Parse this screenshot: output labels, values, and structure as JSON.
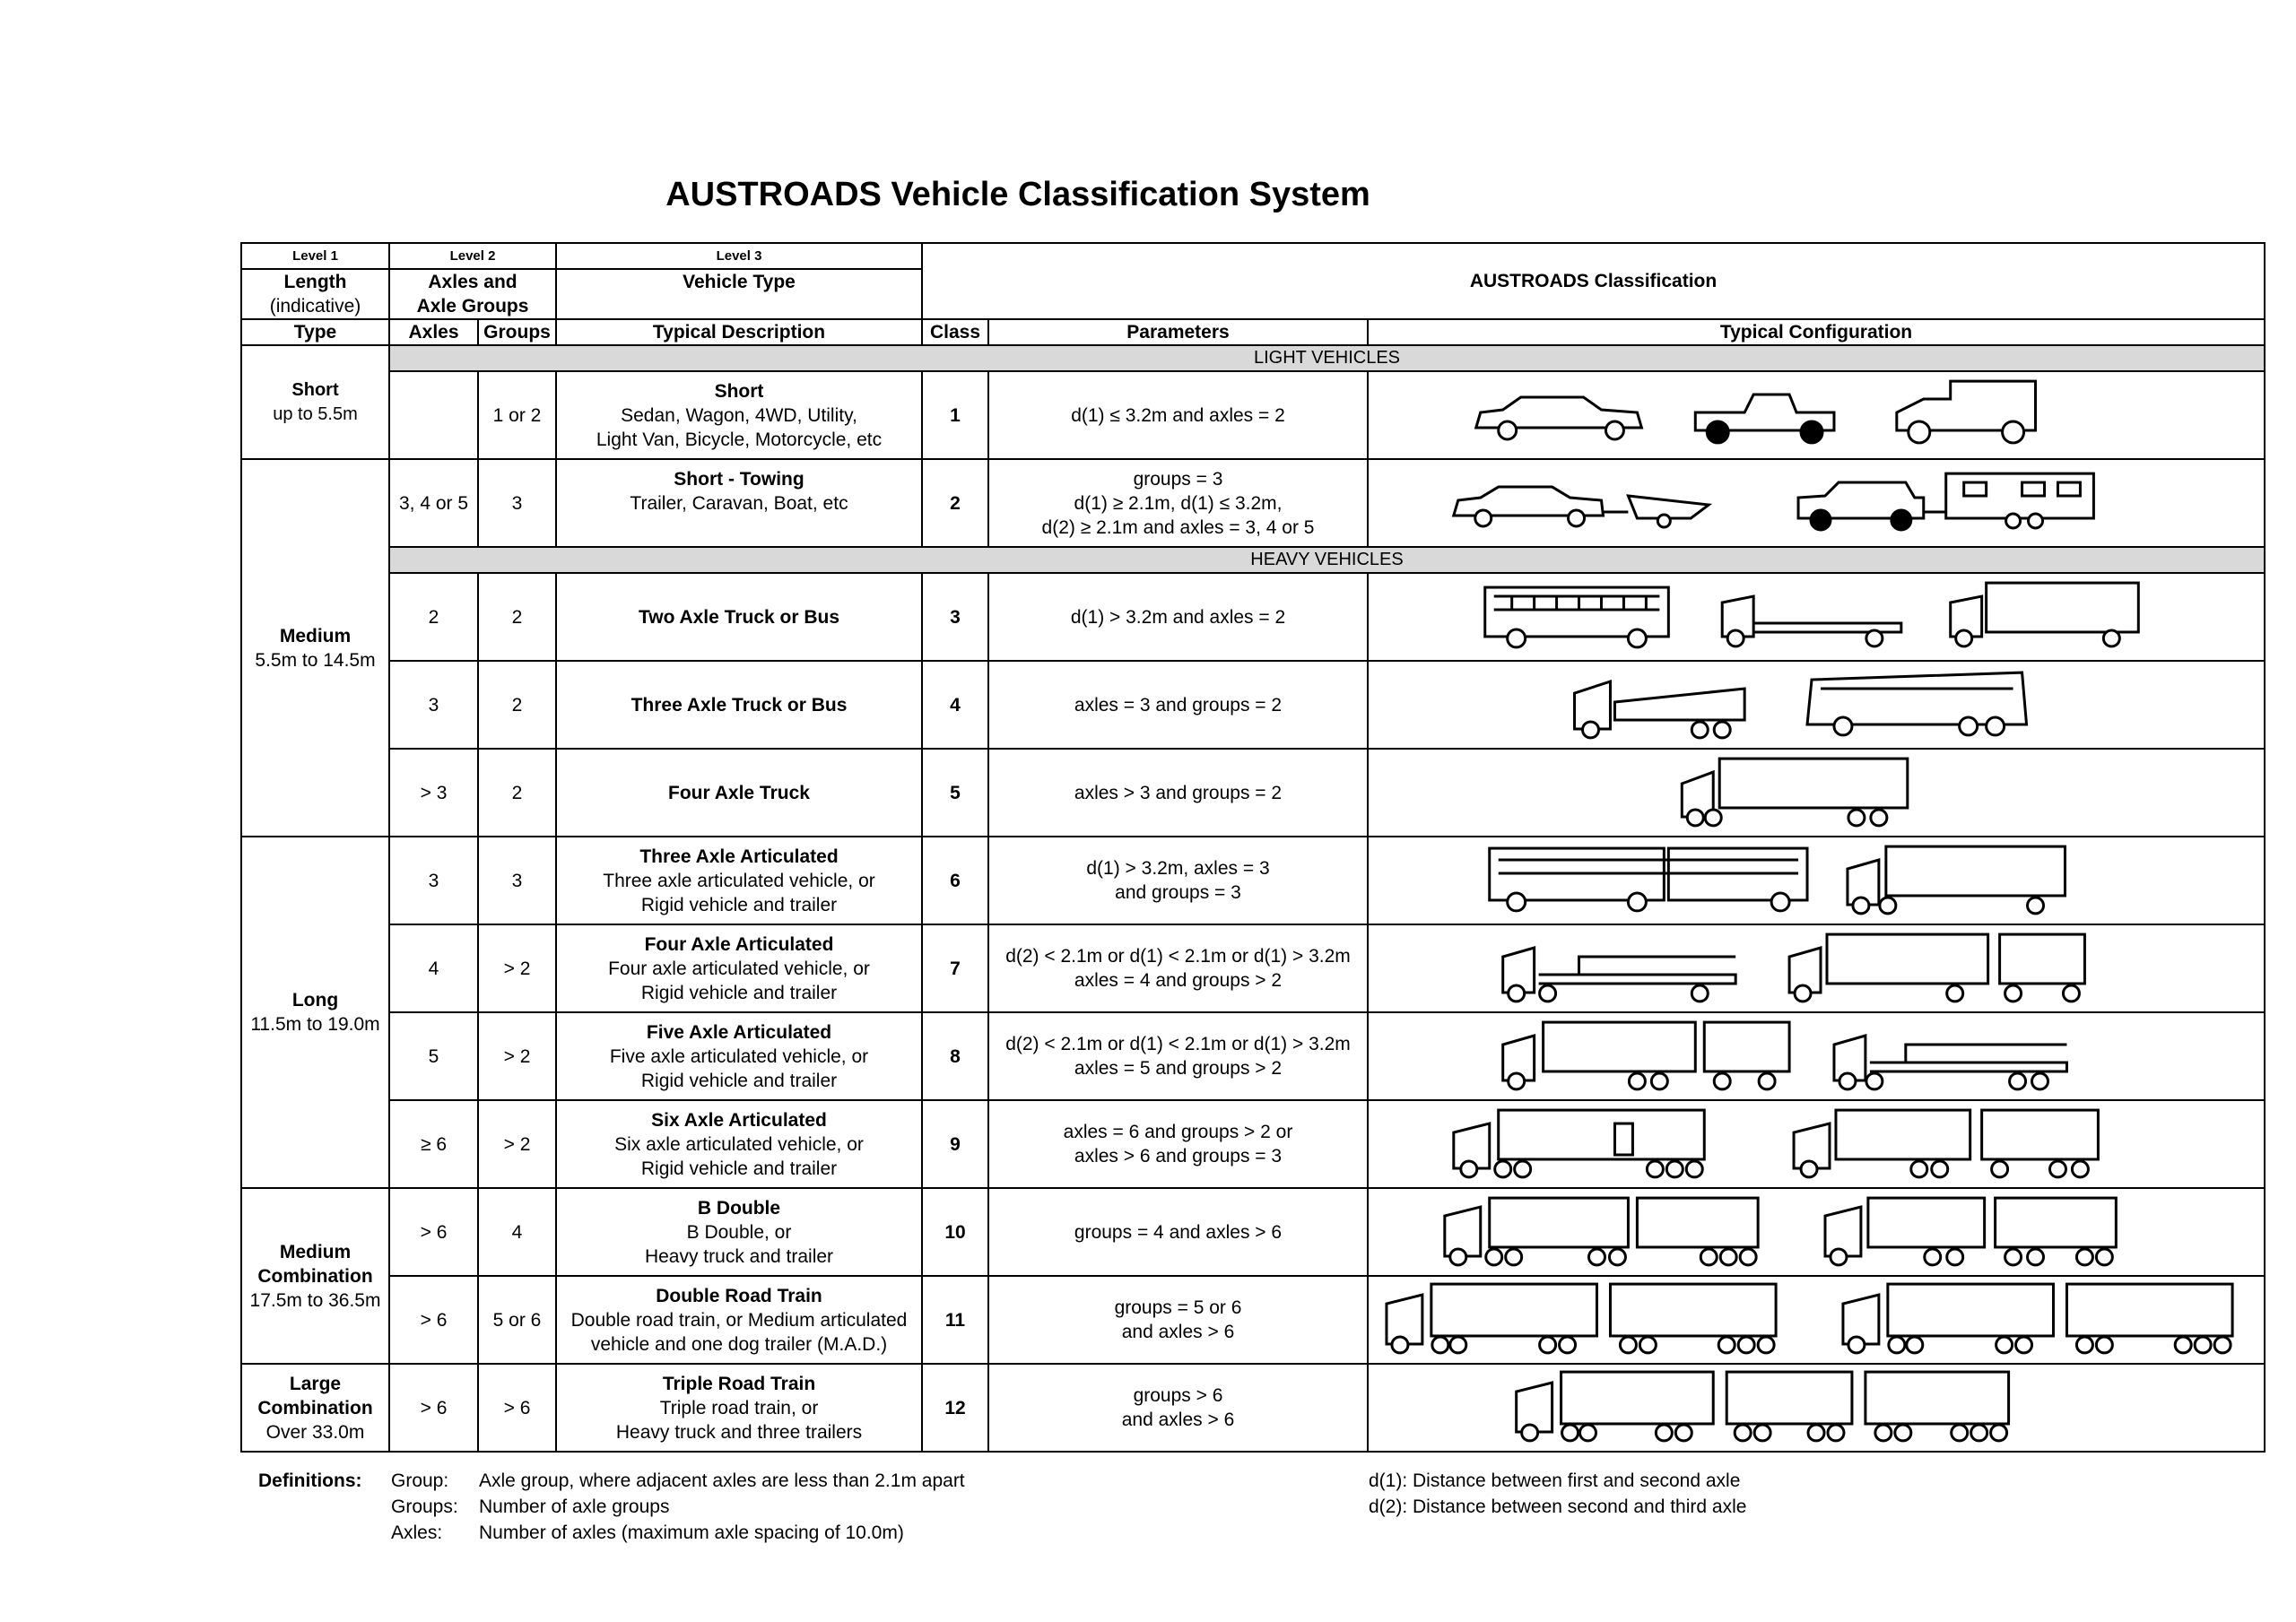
{
  "title": "AUSTROADS Vehicle Classification System",
  "header": {
    "level1": "Level 1",
    "level2": "Level 2",
    "level3": "Level 3",
    "length": "Length",
    "indicative": "(indicative)",
    "axles_and": "Axles and",
    "axle_groups": "Axle Groups",
    "vehicle_type": "Vehicle Type",
    "austroads_classification": "AUSTROADS Classification",
    "type": "Type",
    "axles": "Axles",
    "groups": "Groups",
    "typical_description": "Typical Description",
    "class": "Class",
    "parameters": "Parameters",
    "typical_configuration": "Typical Configuration"
  },
  "bands": {
    "light": "LIGHT VEHICLES",
    "heavy": "HEAVY VEHICLES"
  },
  "types": {
    "short": {
      "name": "Short",
      "range": "up to 5.5m"
    },
    "medium": {
      "name": "Medium",
      "range": "5.5m to 14.5m"
    },
    "long": {
      "name": "Long",
      "range": "11.5m to 19.0m"
    },
    "medium_combination": {
      "name1": "Medium",
      "name2": "Combination",
      "range": "17.5m to 36.5m"
    },
    "large_combination": {
      "name1": "Large",
      "name2": "Combination",
      "range": "Over 33.0m"
    }
  },
  "rows": [
    {
      "axles": "",
      "groups": "1 or 2",
      "title": "Short",
      "desc1": "Sedan, Wagon, 4WD, Utility,",
      "desc2": "Light Van, Bicycle, Motorcycle, etc",
      "class": "1",
      "param1": "d(1) ≤ 3.2m and axles = 2",
      "param2": "",
      "param3": "",
      "vehicles": [
        "sedan",
        "utility",
        "light-van"
      ]
    },
    {
      "axles": "3, 4 or 5",
      "groups": "3",
      "title": "Short - Towing",
      "desc1": "Trailer, Caravan, Boat, etc",
      "desc2": "",
      "class": "2",
      "param1": "groups = 3",
      "param2": "d(1) ≥ 2.1m, d(1) ≤ 3.2m,",
      "param3": "d(2) ≥ 2.1m and axles = 3, 4 or 5",
      "vehicles": [
        "sedan-with-boat",
        "4wd-with-caravan"
      ]
    },
    {
      "axles": "2",
      "groups": "2",
      "title": "Two Axle Truck or Bus",
      "class": "3",
      "param1": "d(1) > 3.2m and axles = 2",
      "vehicles": [
        "bus",
        "flatbed-truck",
        "box-truck"
      ]
    },
    {
      "axles": "3",
      "groups": "2",
      "title": "Three Axle Truck or Bus",
      "class": "4",
      "param1": "axles = 3 and groups = 2",
      "vehicles": [
        "tipper-truck",
        "coach"
      ]
    },
    {
      "axles": "> 3",
      "groups": "2",
      "title": "Four Axle Truck",
      "class": "5",
      "param1": "axles > 3 and groups = 2",
      "vehicles": [
        "four-axle-truck"
      ]
    },
    {
      "axles": "3",
      "groups": "3",
      "title": "Three Axle Articulated",
      "desc1": "Three axle articulated vehicle, or",
      "desc2": "Rigid vehicle and trailer",
      "class": "6",
      "param1": "d(1) > 3.2m, axles = 3",
      "param2": "and groups = 3",
      "vehicles": [
        "articulated-bus",
        "semi-trailer"
      ]
    },
    {
      "axles": "4",
      "groups": "> 2",
      "title": "Four Axle Articulated",
      "desc1": "Four axle articulated vehicle, or",
      "desc2": "Rigid vehicle and trailer",
      "class": "7",
      "param1": "d(2) < 2.1m or d(1) < 2.1m or d(1) > 3.2m",
      "param2": "axles = 4 and groups > 2",
      "vehicles": [
        "semi-trailer",
        "truck-and-trailer"
      ]
    },
    {
      "axles": "5",
      "groups": "> 2",
      "title": "Five Axle Articulated",
      "desc1": "Five axle articulated vehicle, or",
      "desc2": "Rigid vehicle and trailer",
      "class": "8",
      "param1": "d(2) < 2.1m or d(1) < 2.1m or d(1) > 3.2m",
      "param2": "axles = 5 and groups > 2",
      "vehicles": [
        "truck-and-trailer",
        "semi-trailer"
      ]
    },
    {
      "axles": "≥ 6",
      "groups": "> 2",
      "title": "Six Axle Articulated",
      "desc1": "Six axle articulated vehicle, or",
      "desc2": "Rigid vehicle and trailer",
      "class": "9",
      "param1": "axles = 6 and groups > 2 or",
      "param2": "axles > 6 and groups = 3",
      "vehicles": [
        "semi-trailer",
        "truck-and-trailer"
      ]
    },
    {
      "axles": "> 6",
      "groups": "4",
      "title": "B Double",
      "desc1": "B Double, or",
      "desc2": "Heavy truck and trailer",
      "class": "10",
      "param1": "groups = 4 and axles > 6",
      "vehicles": [
        "b-double",
        "heavy-truck-and-trailer"
      ]
    },
    {
      "axles": "> 6",
      "groups": "5 or 6",
      "title": "Double Road Train",
      "desc1": "Double road train, or Medium articulated",
      "desc2": "vehicle and one dog trailer (M.A.D.)",
      "class": "11",
      "param1": "groups = 5 or 6",
      "param2": "and axles > 6",
      "vehicles": [
        "double-road-train",
        "double-road-train"
      ]
    },
    {
      "axles": "> 6",
      "groups": "> 6",
      "title": "Triple Road Train",
      "desc1": "Triple road train, or",
      "desc2": "Heavy truck and three trailers",
      "class": "12",
      "param1": "groups > 6",
      "param2": "and axles > 6",
      "vehicles": [
        "triple-road-train"
      ]
    }
  ],
  "definitions": {
    "label": "Definitions:",
    "items": [
      {
        "term": "Group:",
        "text": "Axle group, where adjacent axles are less than 2.1m apart"
      },
      {
        "term": "Groups:",
        "text": "Number of axle groups"
      },
      {
        "term": "Axles:",
        "text": "Number of axles (maximum axle spacing of 10.0m)"
      }
    ],
    "d1": "d(1): Distance between first and second axle",
    "d2": "d(2): Distance between second and third axle"
  }
}
